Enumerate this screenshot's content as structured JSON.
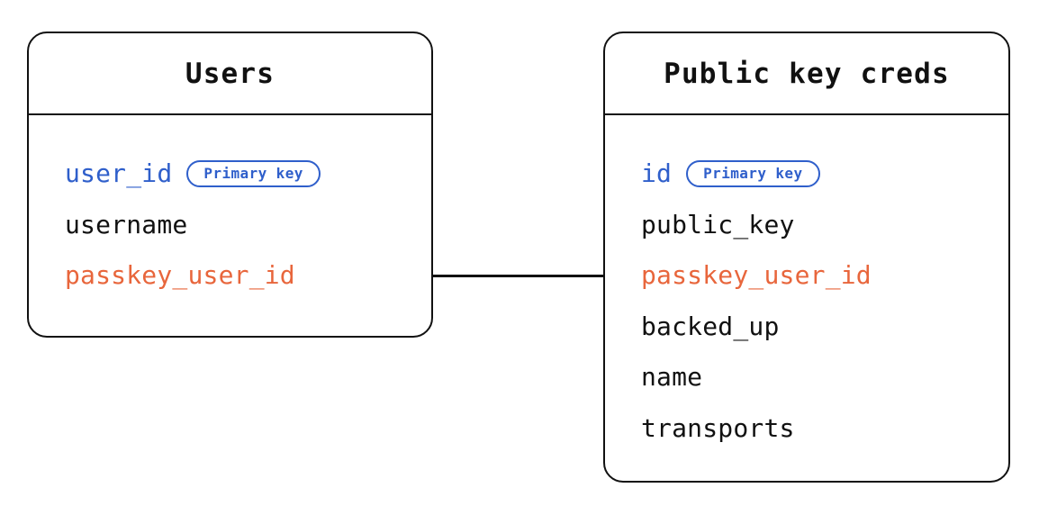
{
  "diagram": {
    "type": "entity-relationship-diagram",
    "background_color": "#ffffff",
    "colors": {
      "primary_key": "#2f5fcb",
      "foreign_key": "#e8663c",
      "text": "#111111",
      "border": "#111111"
    }
  },
  "entities": [
    {
      "id": "users",
      "title": "Users",
      "fields": [
        {
          "name": "user_id",
          "role": "pk",
          "badge": "Primary key"
        },
        {
          "name": "username",
          "role": "plain",
          "badge": null
        },
        {
          "name": "passkey_user_id",
          "role": "fk",
          "badge": null
        }
      ]
    },
    {
      "id": "public-key-creds",
      "title": "Public key creds",
      "fields": [
        {
          "name": "id",
          "role": "pk",
          "badge": "Primary key"
        },
        {
          "name": "public_key",
          "role": "plain",
          "badge": null
        },
        {
          "name": "passkey_user_id",
          "role": "fk",
          "badge": null
        },
        {
          "name": "backed_up",
          "role": "plain",
          "badge": null
        },
        {
          "name": "name",
          "role": "plain",
          "badge": null
        },
        {
          "name": "transports",
          "role": "plain",
          "badge": null
        }
      ]
    }
  ],
  "relationships": [
    {
      "id": "users-to-public-key-creds",
      "from_entity": "users",
      "from_field": "passkey_user_id",
      "to_entity": "public-key-creds",
      "to_field": "passkey_user_id",
      "style": "solid-line"
    }
  ]
}
